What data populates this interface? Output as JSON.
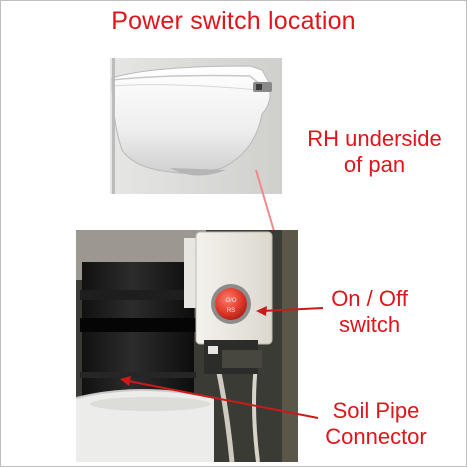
{
  "title": "Power switch location",
  "labels": {
    "underside_line1": "RH underside",
    "underside_line2": "of pan",
    "switch_line1": "On / Off",
    "switch_line2": "switch",
    "connector_line1": "Soil Pipe",
    "connector_line2": "Connector"
  },
  "switch_button_text": {
    "top": "O/O",
    "bottom": "RS"
  },
  "colors": {
    "label_red": "#e0141b",
    "arrow_red": "#cc1a1a",
    "pointer_line": "#f08a8a"
  }
}
